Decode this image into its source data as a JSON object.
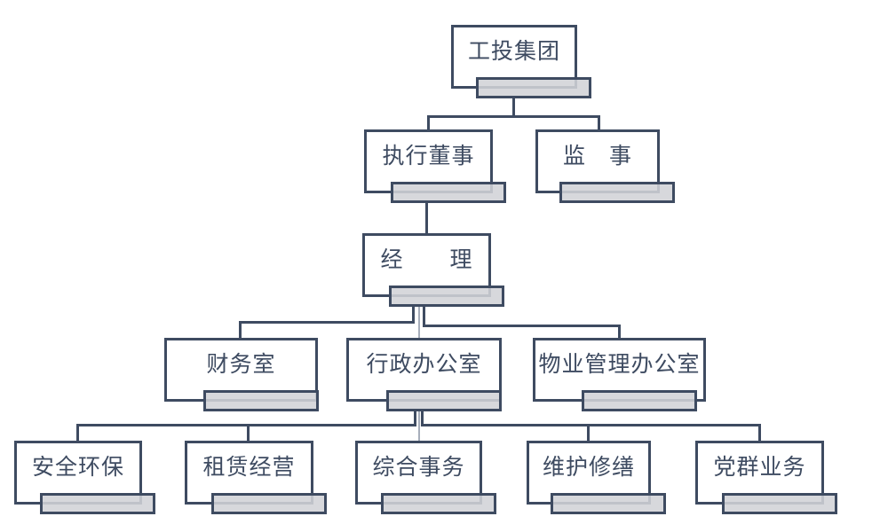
{
  "org_chart": {
    "type": "org-chart",
    "nodes": {
      "group": {
        "label": "工投集团",
        "level": 1
      },
      "executive_director": {
        "label": "执行董事",
        "level": 2
      },
      "supervisor": {
        "label": "监　事",
        "level": 2
      },
      "manager": {
        "label": "经　　理",
        "level": 3
      },
      "finance_office": {
        "label": "财务室",
        "level": 4
      },
      "admin_office": {
        "label": "行政办公室",
        "level": 4
      },
      "property_office": {
        "label": "物业管理办公室",
        "level": 4
      },
      "safety_env": {
        "label": "安全环保",
        "level": 5
      },
      "leasing": {
        "label": "租赁经营",
        "level": 5
      },
      "general_affairs": {
        "label": "综合事务",
        "level": 5
      },
      "maintenance": {
        "label": "维护修缮",
        "level": 5
      },
      "party_affairs": {
        "label": "党群业务",
        "level": 5
      }
    },
    "edges": [
      {
        "from": "group",
        "to": "executive_director"
      },
      {
        "from": "group",
        "to": "supervisor"
      },
      {
        "from": "executive_director",
        "to": "manager"
      },
      {
        "from": "manager",
        "to": "finance_office"
      },
      {
        "from": "manager",
        "to": "admin_office"
      },
      {
        "from": "manager",
        "to": "property_office"
      },
      {
        "from": "admin_office",
        "to": "safety_env"
      },
      {
        "from": "admin_office",
        "to": "leasing"
      },
      {
        "from": "admin_office",
        "to": "general_affairs"
      },
      {
        "from": "admin_office",
        "to": "maintenance"
      },
      {
        "from": "admin_office",
        "to": "party_affairs"
      }
    ],
    "colors": {
      "line": "#3e4b61",
      "box_border": "#3e4b61",
      "box_fill": "#ffffff",
      "shadow_fill": "#d4d6d9",
      "shadow_light": "#a7aebb",
      "text": "#3e4b61",
      "background": "#ffffff"
    }
  }
}
